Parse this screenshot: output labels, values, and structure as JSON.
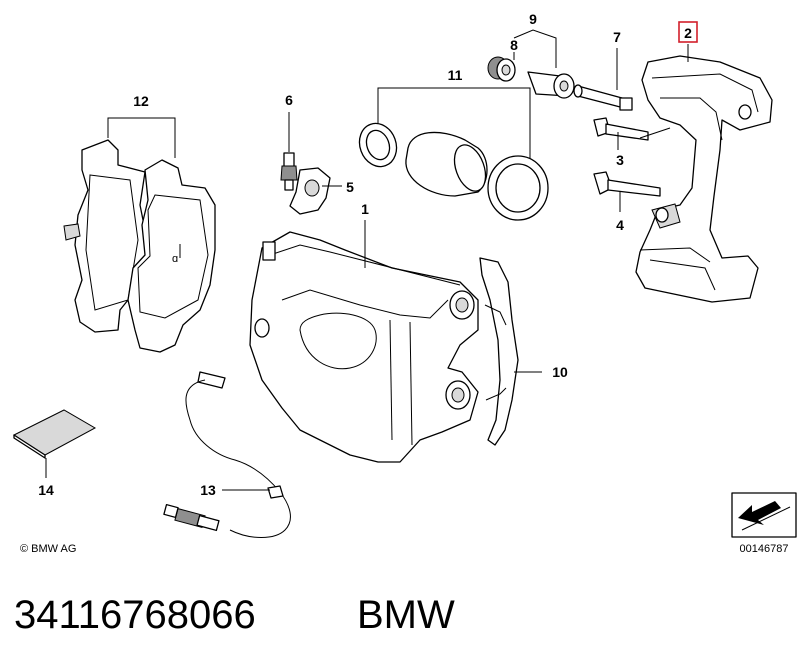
{
  "callouts": {
    "c1": "1",
    "c2": "2",
    "c3": "3",
    "c4": "4",
    "c5": "5",
    "c6": "6",
    "c7": "7",
    "c8": "8",
    "c9": "9",
    "c10": "10",
    "c11": "11",
    "c12": "12",
    "c13": "13",
    "c14": "14"
  },
  "highlighted_callout": "2",
  "highlight_color": "#d21f2b",
  "copyright": "© BMW AG",
  "diagram_number": "00146787",
  "footer": {
    "part_number": "34116768066",
    "brand": "BMW"
  }
}
